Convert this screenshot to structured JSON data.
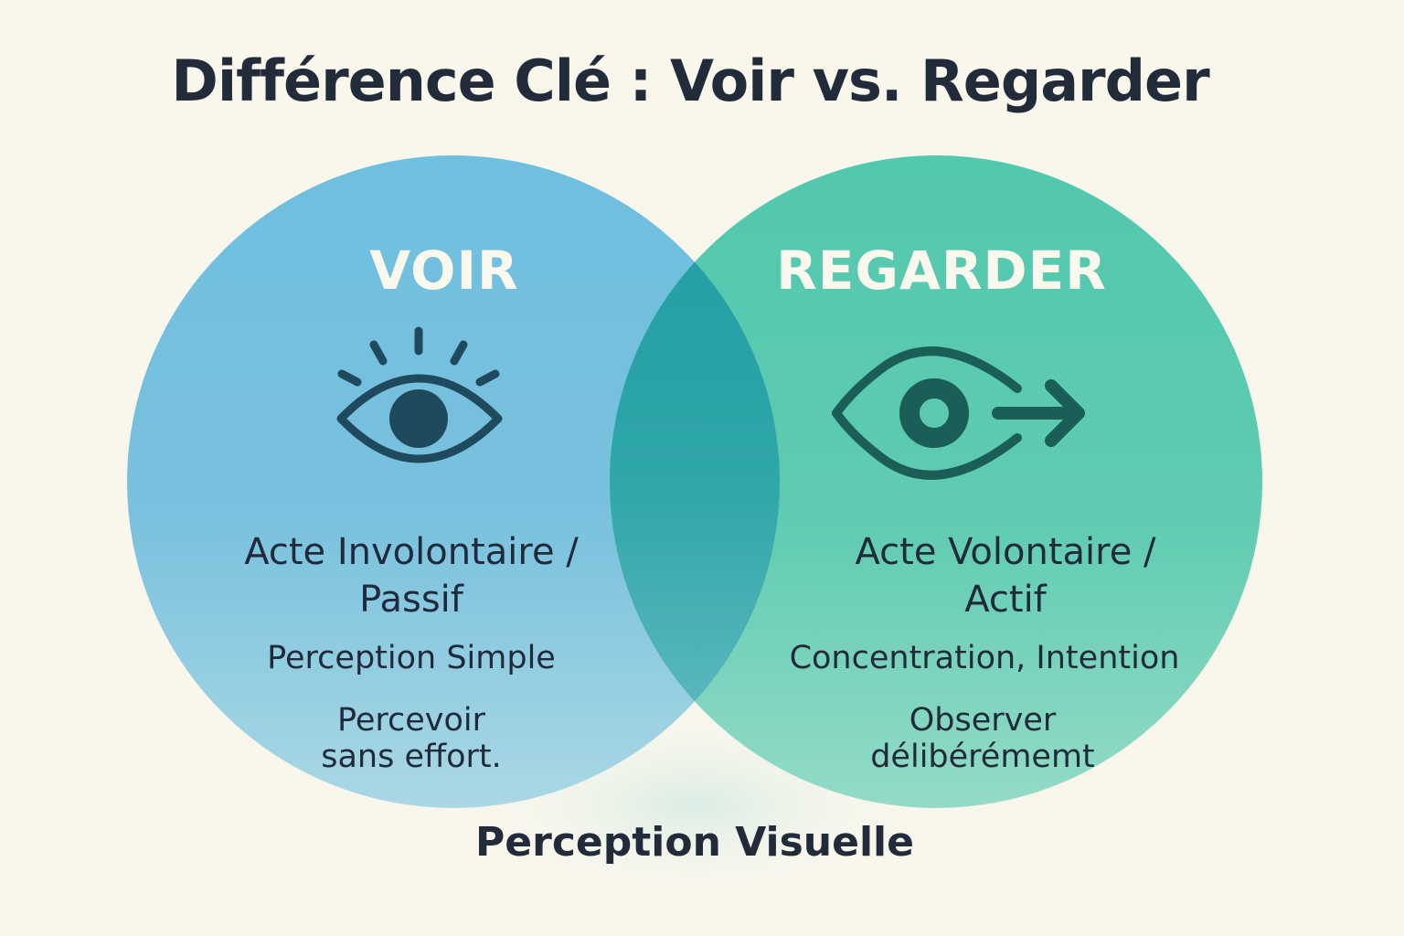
{
  "title": "Différence Clé : Voir vs. Regarder",
  "colors": {
    "background": "#f9f7ec",
    "voir_circle_top": "#6fbfdf",
    "voir_circle_bottom": "#a9d7e4",
    "regarder_circle_top": "#52c8ae",
    "regarder_circle_bottom": "#8fdac5",
    "overlap": "#27a1a6",
    "icon_voir": "#1f4a5e",
    "icon_regarder": "#1b5e57",
    "text": "#1f2a3a",
    "circle_title": "#fbf8ee"
  },
  "voir": {
    "title": "VOIR",
    "icon": "eye-with-rays-icon",
    "heading_line1": "Acte Involontaire /",
    "heading_line2": "Passif",
    "subtitle": "Perception Simple",
    "description_line1": "Percevoir",
    "description_line2": "sans effort."
  },
  "regarder": {
    "title": "REGARDER",
    "icon": "eye-with-arrow-icon",
    "heading_line1": "Acte Volontaire /",
    "heading_line2": "Actif",
    "subtitle": "Concentration, Intention",
    "description_line1": "Observer",
    "description_line2": "délibérémemt"
  },
  "overlap_label": "Perception Visuelle"
}
